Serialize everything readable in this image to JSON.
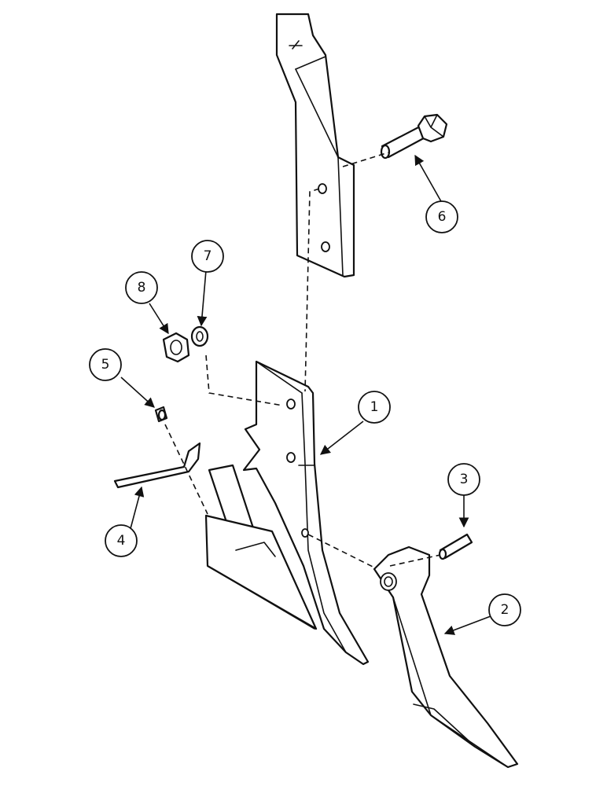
{
  "diagram": {
    "callouts": [
      {
        "id": "1",
        "label": "1"
      },
      {
        "id": "2",
        "label": "2"
      },
      {
        "id": "3",
        "label": "3"
      },
      {
        "id": "4",
        "label": "4"
      },
      {
        "id": "5",
        "label": "5"
      },
      {
        "id": "6",
        "label": "6"
      },
      {
        "id": "7",
        "label": "7"
      },
      {
        "id": "8",
        "label": "8"
      }
    ]
  },
  "colors": {
    "line": "#111111",
    "background": "#ffffff"
  }
}
